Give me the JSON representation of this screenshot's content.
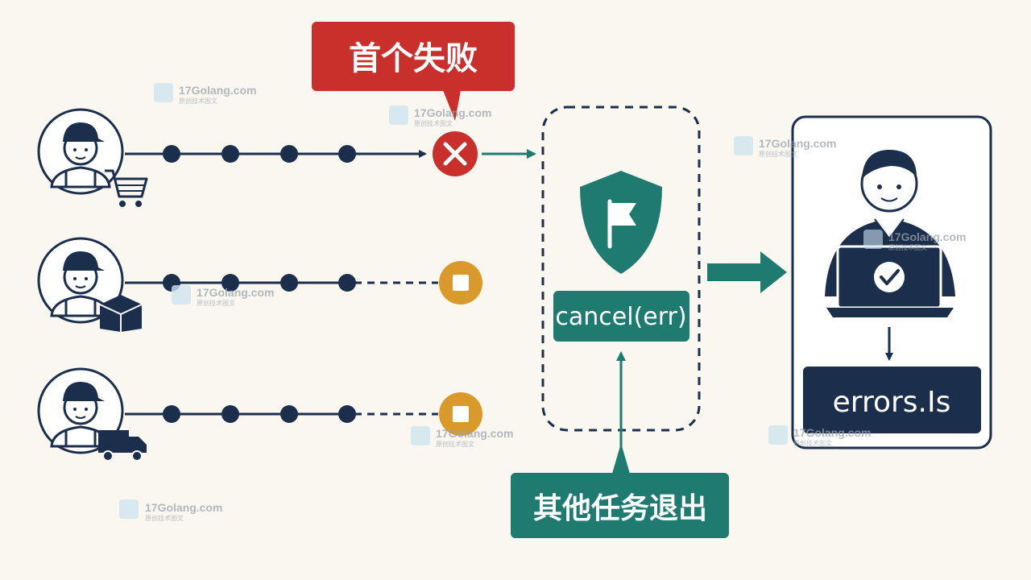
{
  "callouts": {
    "first_failure": "首个失败",
    "others_exit": "其他任务退出"
  },
  "cancel_box": {
    "label": "cancel(err)"
  },
  "result_box": {
    "label": "errors.Is"
  },
  "watermark": {
    "site": "17Golang.com",
    "sub": "原创技术图文"
  },
  "colors": {
    "navy": "#1b2e4b",
    "teal": "#1f7a70",
    "red": "#c9302c",
    "amber": "#d99a2b",
    "background": "#f9f7f0"
  },
  "icons": {
    "worker_1_tool": "shopping-cart-icon",
    "worker_2_tool": "package-box-icon",
    "worker_3_tool": "delivery-truck-icon",
    "failure_marker": "close-circle-icon",
    "stopped_marker": "stop-circle-icon",
    "context": "shield-flag-icon",
    "handler": "person-laptop-check-icon"
  }
}
